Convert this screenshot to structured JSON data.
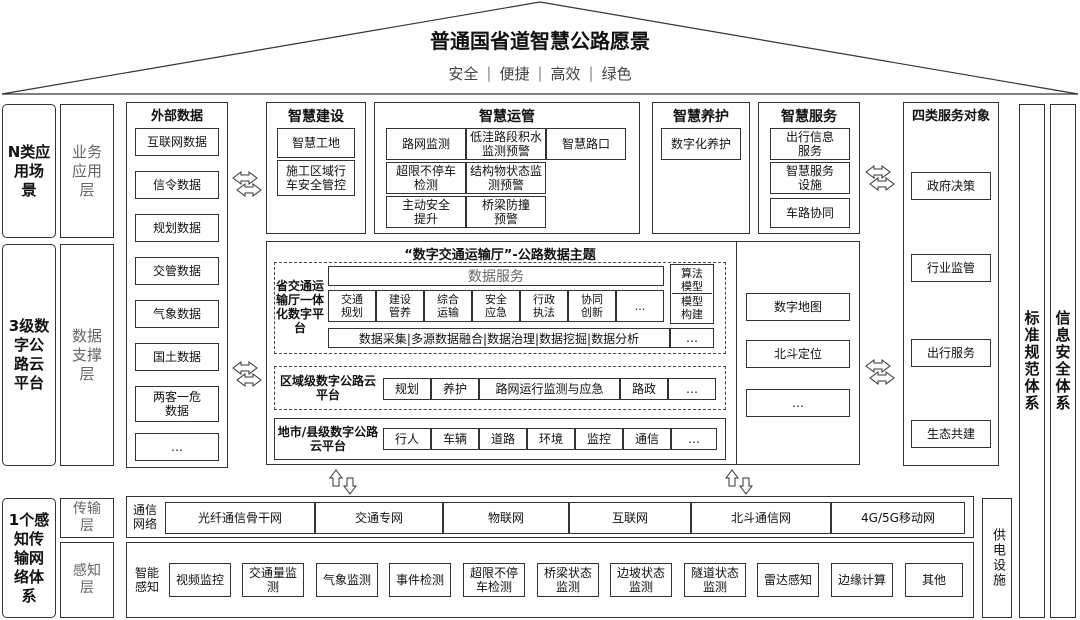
{
  "title": "普通国省道智慧公路愿景",
  "goals": [
    "安全",
    "便捷",
    "高效",
    "绿色"
  ],
  "left_layers": [
    {
      "main": "N类应用场景",
      "sub": "业务应用层"
    },
    {
      "main": "3级数字公路云平台",
      "sub": "数据支撑层"
    },
    {
      "main": "1个感知传输网络体系",
      "sub_top": "传输层",
      "sub_bottom": "感知层"
    }
  ],
  "external_data": {
    "title": "外部数据",
    "items": [
      "互联网数据",
      "信令数据",
      "规划数据",
      "交管数据",
      "气象数据",
      "国土数据",
      "两客一危数据",
      "…"
    ]
  },
  "smart_build": {
    "title": "智慧建设",
    "items": [
      "智慧工地",
      "施工区域行车安全管控"
    ]
  },
  "smart_ops": {
    "title": "智慧运管",
    "items": [
      "路网监测",
      "低洼路段积水监测预警",
      "智慧路口",
      "超限不停车检测",
      "结构物状态监测预警",
      "主动安全提升",
      "桥梁防撞预警"
    ]
  },
  "smart_maint": {
    "title": "智慧养护",
    "items": [
      "数字化养护"
    ]
  },
  "smart_service": {
    "title": "智慧服务",
    "items": [
      "出行信息服务",
      "智慧服务设施",
      "车路协同"
    ]
  },
  "targets": {
    "title": "四类服务对象",
    "items": [
      "政府决策",
      "行业监管",
      "出行服务",
      "生态共建"
    ]
  },
  "platform": {
    "title": "“数字交通运输厅”-公路数据主题",
    "prov_label": "省交通运输厅一体化数字平台",
    "data_service": "数据服务",
    "algo": [
      "算法模型",
      "模型构建"
    ],
    "apps": [
      "交通规划",
      "建设管养",
      "综合运输",
      "安全应急",
      "行政执法",
      "协同创新",
      "…"
    ],
    "process": "数据采集|多源数据融合|数据治理|数据挖掘|数据分析",
    "process_more": "…",
    "region_label": "区域级数字公路云平台",
    "region_items": [
      "规划",
      "养护",
      "路网运行监测与应急",
      "路政",
      "…"
    ],
    "city_label": "地市/县级数字公路云平台",
    "city_items": [
      "行人",
      "车辆",
      "道路",
      "环境",
      "监控",
      "通信",
      "…"
    ],
    "right_items": [
      "数字地图",
      "北斗定位",
      "…"
    ]
  },
  "network": {
    "label": "通信网络",
    "items": [
      "光纤通信骨干网",
      "交通专网",
      "物联网",
      "互联网",
      "北斗通信网",
      "4G/5G移动网"
    ]
  },
  "sensing": {
    "label": "智能感知",
    "items": [
      "视频监控",
      "交通量监测",
      "气象监测",
      "事件检测",
      "超限不停车检测",
      "桥梁状态监测",
      "边坡状态监测",
      "隧道状态监测",
      "雷达感知",
      "边缘计算",
      "其他"
    ]
  },
  "power": "供电设施",
  "right_systems": [
    "标准规范体系",
    "信息安全体系"
  ]
}
